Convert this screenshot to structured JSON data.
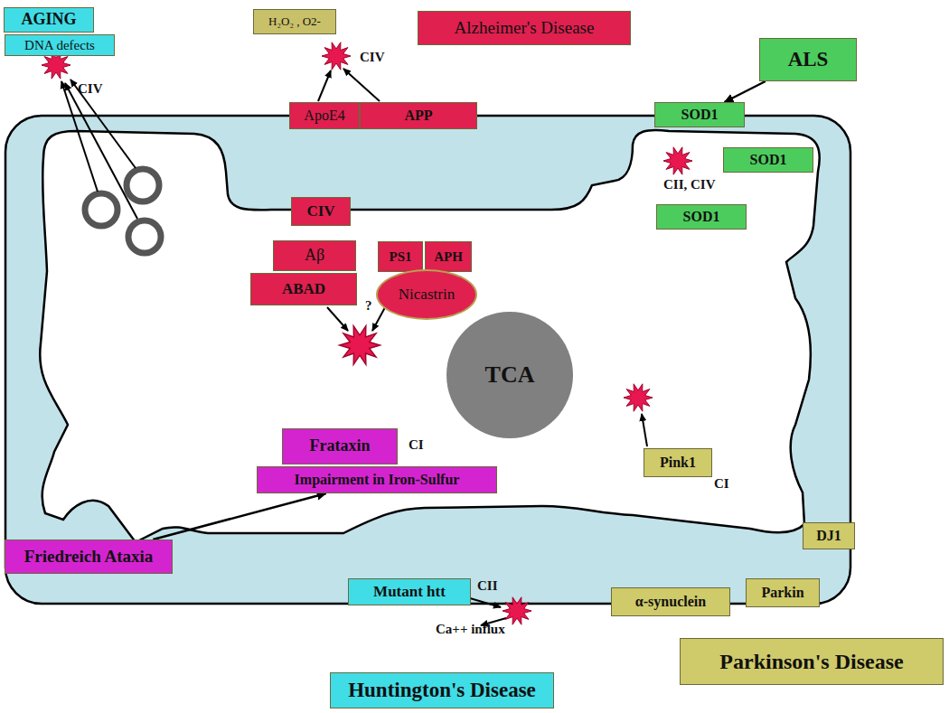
{
  "diagram": {
    "nodes": [
      {
        "text": [
          "AGING"
        ]
      },
      {
        "text": [
          "DNA defects"
        ]
      },
      {
        "text": [
          "H₂O₂ , O2-"
        ]
      },
      {
        "text": [
          "Alzheimer's Disease"
        ]
      },
      {
        "text": [
          "ApoE4"
        ]
      },
      {
        "text": [
          "APP"
        ]
      },
      {
        "text": [
          "ALS"
        ]
      },
      {
        "text": [
          "SOD1"
        ]
      },
      {
        "text": [
          "SOD1"
        ]
      },
      {
        "text": [
          "SOD1"
        ]
      },
      {
        "text": [
          "CIV"
        ]
      },
      {
        "text": [
          "Aβ"
        ]
      },
      {
        "text": [
          "ABAD"
        ]
      },
      {
        "text": [
          "PS1"
        ]
      },
      {
        "text": [
          "APH"
        ]
      },
      {
        "text": [
          "Nicastrin"
        ]
      },
      {
        "text": [
          "TCA"
        ]
      },
      {
        "text": [
          "Frataxin"
        ]
      },
      {
        "text": [
          "Impairment in Iron-Sulfur"
        ]
      },
      {
        "text": [
          "Pink1"
        ]
      },
      {
        "text": [
          "DJ1"
        ]
      },
      {
        "text": [
          "α-synuclein"
        ]
      },
      {
        "text": [
          "Parkin"
        ]
      },
      {
        "text": [
          "Parkinson's Disease"
        ]
      },
      {
        "text": [
          "Mutant htt"
        ]
      },
      {
        "text": [
          "Huntington's Disease"
        ]
      },
      {
        "text": [
          "Friedreich Ataxia"
        ]
      }
    ],
    "edges": [
      {
        "from": 6,
        "to": 7,
        "arrow": "to"
      },
      {
        "from": 26,
        "to": 18,
        "arrow": "to"
      }
    ],
    "labels": [
      "CIV",
      "CIV",
      "CII, CIV",
      "?",
      "CI",
      "CI",
      "CII",
      "Ca++ influx"
    ]
  }
}
